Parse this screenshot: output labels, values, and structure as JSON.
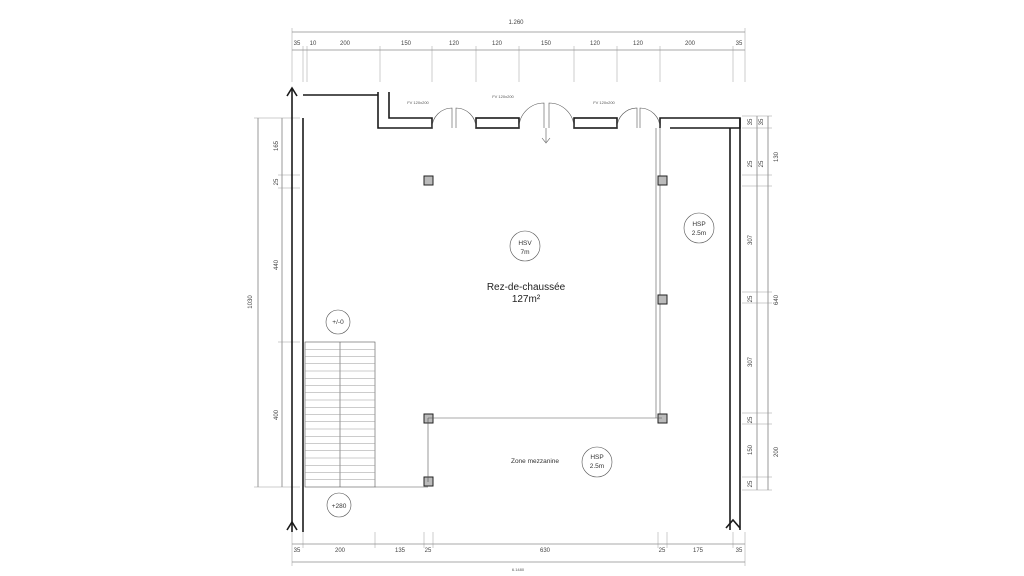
{
  "dimensions": {
    "top_total": "1.260",
    "top_segments": [
      "35",
      "10",
      "200",
      "150",
      "120",
      "120",
      "150",
      "120",
      "120",
      "200",
      "35"
    ],
    "bottom_segments": [
      "35",
      "200",
      "135",
      "25",
      "630",
      "25",
      "175",
      "35"
    ],
    "bottom_total": "6.1480",
    "left_total": "1030",
    "left_segments": [
      "165",
      "25",
      "440",
      "400"
    ],
    "right_inner": [
      "35",
      "35",
      "25",
      "25",
      "307",
      "25",
      "307",
      "25",
      "150",
      "25"
    ],
    "right_outer": [
      "130",
      "640",
      "200"
    ]
  },
  "windows": [
    "FV 120x200",
    "FV 120x200",
    "FV 120x200"
  ],
  "rooms": {
    "main_name": "Rez-de-chaussée",
    "main_area": "127m²",
    "mezzanine": "Zone mezzanine"
  },
  "markers": {
    "hsv_label": "HSV",
    "hsv_value": "7m",
    "hsp_top_label": "HSP",
    "hsp_top_value": "2.5m",
    "hsp_bottom_label": "HSP",
    "hsp_bottom_value": "2.5m",
    "level_top": "+/-0",
    "level_bottom": "+280"
  }
}
